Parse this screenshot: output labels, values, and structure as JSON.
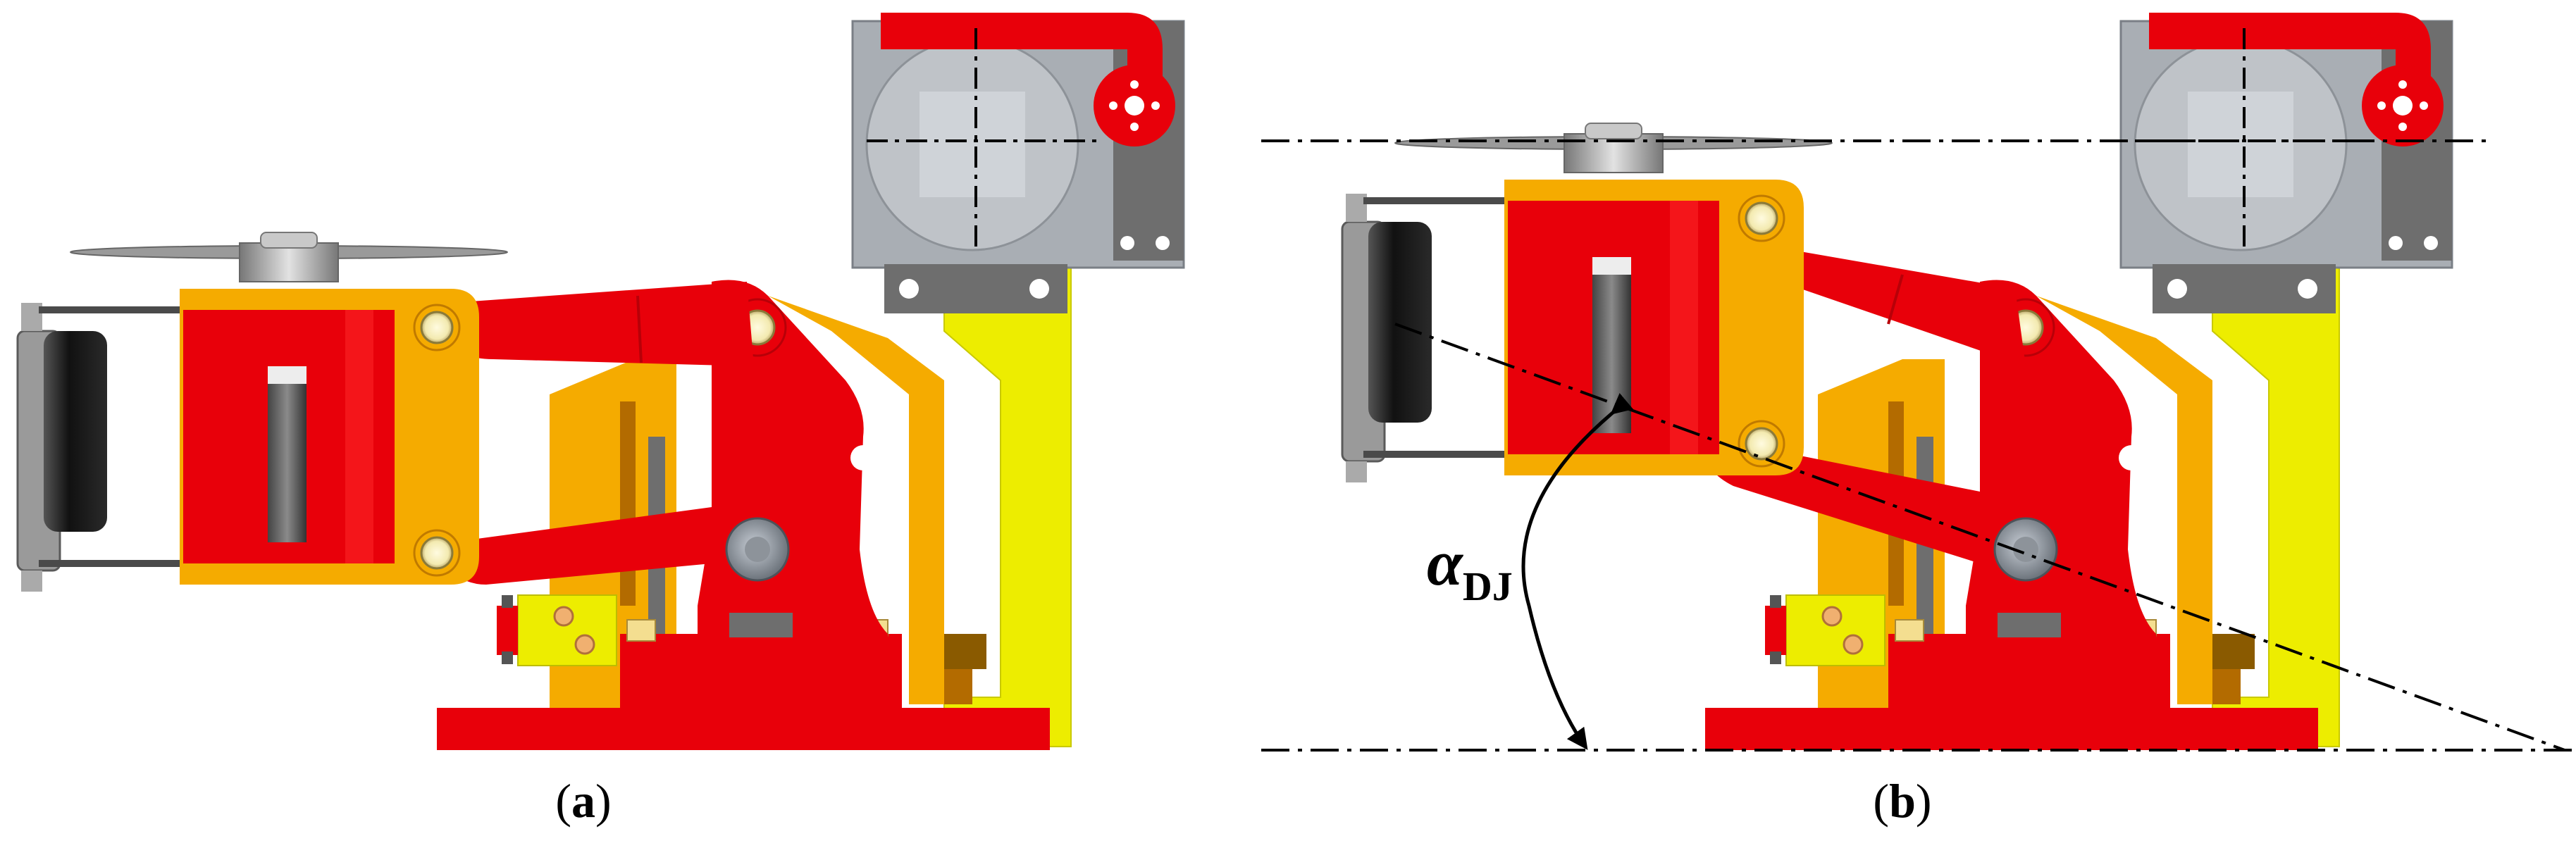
{
  "panels": [
    {
      "id": "a",
      "caption_open": "(",
      "caption_letter": "a",
      "caption_close": ")"
    },
    {
      "id": "b",
      "caption_open": "(",
      "caption_letter": "b",
      "caption_close": ")"
    }
  ],
  "angle_label": {
    "symbol": "α",
    "subscript": "DJ"
  },
  "colors": {
    "red": "#e8000a",
    "dark_red": "#b80008",
    "orange": "#f5ab00",
    "dark_orange": "#b36b00",
    "yellow": "#eded00",
    "steel_gray": "#a9aeb4",
    "dark_gray": "#6e6e6e",
    "bushing": "#f6f1c8",
    "brown": "#8a5a00",
    "black_pad": "#1a1a1a"
  }
}
